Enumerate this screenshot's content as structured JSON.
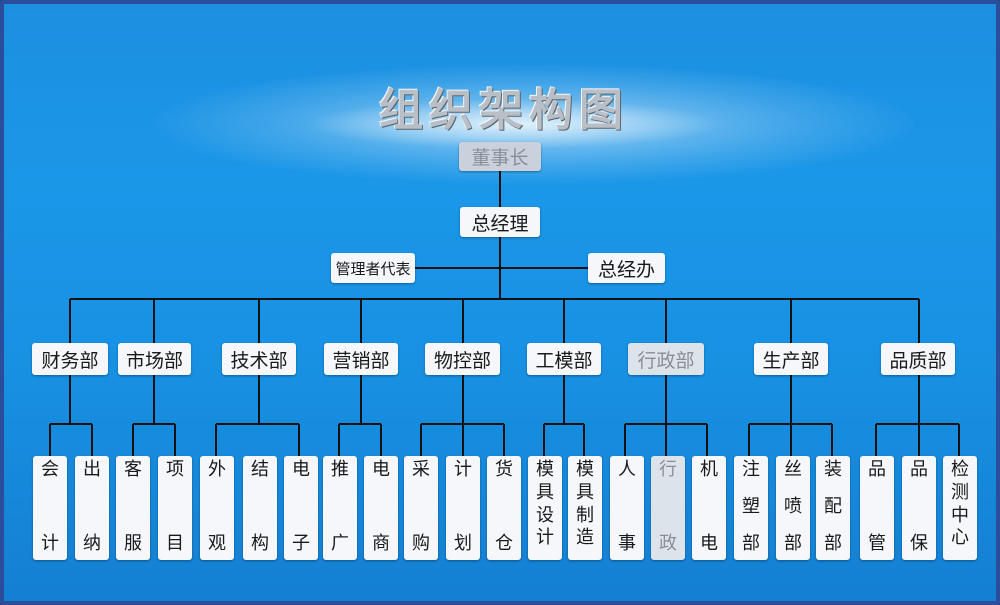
{
  "title": "组织架构图",
  "chairman": "董事长",
  "gm": "总经理",
  "mgmt_rep": "管理者代表",
  "gm_office": "总经办",
  "departments": [
    {
      "name": "财务部",
      "sub": [
        "会计",
        "出纳"
      ]
    },
    {
      "name": "市场部",
      "sub": [
        "客服",
        "项目"
      ]
    },
    {
      "name": "技术部",
      "sub": [
        "外观",
        "结构",
        "电子"
      ]
    },
    {
      "name": "营销部",
      "sub": [
        "推广",
        "电商"
      ]
    },
    {
      "name": "物控部",
      "sub": [
        "采购",
        "计划",
        "货仓"
      ]
    },
    {
      "name": "工模部",
      "sub": [
        "模具设计",
        "模具制造"
      ]
    },
    {
      "name": "行政部",
      "sub": [
        "人事",
        "行政",
        "机电"
      ]
    },
    {
      "name": "生产部",
      "sub": [
        "注塑部",
        "丝喷部",
        "装配部"
      ]
    },
    {
      "name": "品质部",
      "sub": [
        "品管",
        "品保",
        "检测中心"
      ]
    }
  ],
  "colors": {
    "board": "#1b97e8",
    "line": "#111111",
    "box": "#f5f7fa"
  }
}
